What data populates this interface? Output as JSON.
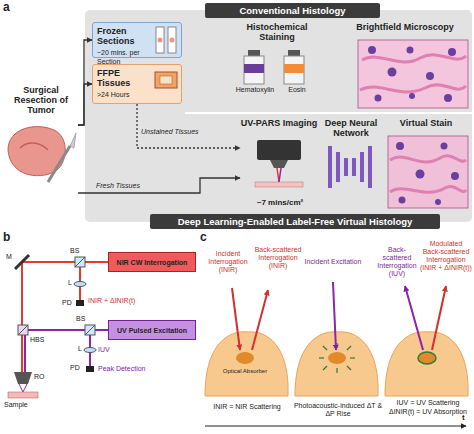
{
  "diagram": {
    "nodes": [
      {
        "text": [
          "Surgical Resection of Tumor"
        ]
      },
      {
        "text": [
          "Conventional Histology"
        ]
      },
      {
        "text": [
          "Frozen Sections",
          "~20 mins. per Section"
        ]
      },
      {
        "text": [
          "FFPE Tissues",
          ">24 Hours"
        ]
      },
      {
        "text": [
          "Histochemical Staining"
        ]
      },
      {
        "text": [
          "Brightfield Microscopy"
        ]
      },
      {
        "text": [
          "UV-PARS Imaging"
        ]
      },
      {
        "text": [
          "Deep Neural Network"
        ]
      },
      {
        "text": [
          "Virtual Stain"
        ]
      },
      {
        "text": [
          "Deep Learning-Enabled Label-Free Virtual Histology"
        ]
      },
      {
        "text": [
          "NIR CW Interrogation"
        ]
      },
      {
        "text": [
          "UV Pulsed Excitation"
        ]
      }
    ],
    "edges": [
      {
        "from": 0,
        "to": 2,
        "arrow": "to"
      },
      {
        "from": 0,
        "to": 3,
        "arrow": "to"
      },
      {
        "from": 3,
        "to": 6,
        "label": "Unstained Tissues",
        "arrow": "to"
      },
      {
        "from": 0,
        "to": 6,
        "label": "Fresh Tissues",
        "arrow": "to"
      }
    ],
    "labels": [
      "a",
      "Hematoxylin",
      "Eosin",
      "~7 mins/cm²",
      "b",
      "M",
      "BS",
      "L",
      "PD",
      "INIR + ΔINIR(t)",
      "HBS",
      "RO",
      "Sample",
      "BS",
      "L",
      "PD",
      "IUV",
      "Peak Detection",
      "c",
      "Incident Interrogation (INIR)",
      "Back-scattered Interrogation (INIR)",
      "Optical Absorber",
      "INIR = NIR Scattering",
      "Incident Excitation",
      "Photoacoustic-induced ΔT & ΔP Rise",
      "Back-scattered Interrogation (IUV)",
      "Modulated Back-scattered Interrogation (INIR + ΔINIR(t))",
      "IUV = UV Scattering",
      "ΔINIR(t) = UV Absorption",
      "t"
    ]
  }
}
